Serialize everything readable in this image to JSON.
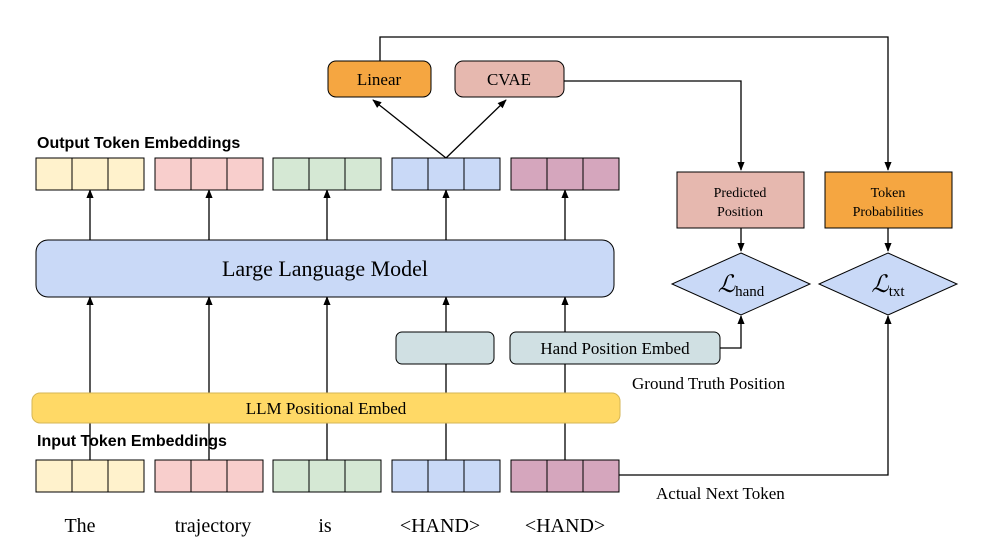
{
  "headings": {
    "output_embeddings": "Output Token Embeddings",
    "input_embeddings": "Input Token Embeddings"
  },
  "blocks": {
    "llm": "Large Language Model",
    "positional_embed": "LLM Positional Embed",
    "hand_position_embed": "Hand Position Embed",
    "linear": "Linear",
    "cvae": "CVAE",
    "predicted_position_line1": "Predicted",
    "predicted_position_line2": "Position",
    "token_probabilities_line1": "Token",
    "token_probabilities_line2": "Probabilities"
  },
  "losses": {
    "hand": {
      "symbol": "ℒ",
      "subscript": "hand"
    },
    "txt": {
      "symbol": "ℒ",
      "subscript": "txt"
    }
  },
  "annotations": {
    "ground_truth_position": "Ground Truth Position",
    "actual_next_token": "Actual Next Token"
  },
  "tokens": [
    "The",
    "trajectory",
    "is",
    "<HAND>",
    "<HAND>"
  ],
  "colors": {
    "token_yellow": "#fff2cc",
    "token_pink": "#f8cecc",
    "token_green": "#d5e8d4",
    "token_blue": "#c9d9f7",
    "token_purple": "#d5a6bd",
    "llm_fill": "#c9d9f7",
    "positional_fill": "#ffd966",
    "positional_stroke": "#d6b656",
    "hand_embed_fill": "#d0e0e3",
    "linear_fill": "#f5a641",
    "cvae_fill": "#e6b8af",
    "token_prob_fill": "#f5a641",
    "loss_fill": "#c9d9f7"
  }
}
